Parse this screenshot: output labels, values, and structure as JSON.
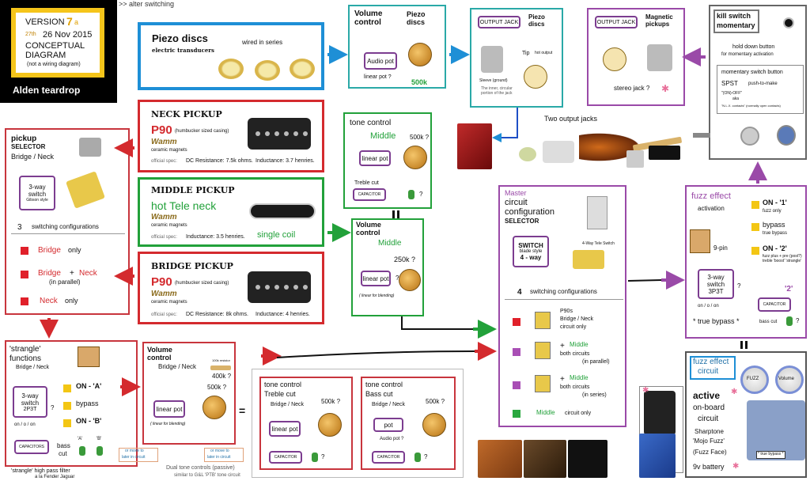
{
  "header": {
    "version_label": "VERSION",
    "version_number": "7",
    "version_suffix": "a",
    "date_day_small": "27th",
    "date": "26  Nov 2015",
    "title_line1": "CONCEPTUAL",
    "title_line2": "DIAGRAM",
    "subtitle": "(not a wiring diagram)",
    "project_name": "Alden teardrop",
    "alter_switching": ">> alter switching"
  },
  "piezo_discs": {
    "title": "Piezo discs",
    "subtitle": "electric transducers",
    "note": "wired  in series"
  },
  "neck_pickup": {
    "title": "NECK  PICKUP",
    "model": "P90",
    "model_note": "(humbucker sized casing)",
    "brand": "Wamm",
    "magnets": "ceramic magnets",
    "spec_label": "official spec:",
    "dc_resistance": "DC Resistance:  7.5k  ohms.",
    "inductance": "Inductance:  3.7 henries."
  },
  "middle_pickup": {
    "title": "MIDDLE  PICKUP",
    "model": "hot Tele neck",
    "brand": "Wamm",
    "magnets": "ceramic magnets",
    "spec_label": "official spec:",
    "inductance": "Inductance:  3.5  henries.",
    "type": "single coil"
  },
  "bridge_pickup": {
    "title": "BRIDGE  PICKUP",
    "model": "P90",
    "model_note": "(humbucker sized casing)",
    "brand": "Wamm",
    "magnets": "ceramic magnets",
    "spec_label": "official spec:",
    "dc_resistance": "DC Resistance:  8k  ohms.",
    "inductance": "Inductance:  4  henries."
  },
  "pickup_selector": {
    "title_line1": "pickup",
    "title_line2": "SELECTOR",
    "subtitle": "Bridge / Neck",
    "switch_label": "3-way switch",
    "switch_note": "Gibson style",
    "count": "3",
    "configurations_label": "switching configurations",
    "options": [
      {
        "label": "Bridge",
        "suffix": "only"
      },
      {
        "label": "Bridge",
        "plus": "+",
        "label2": "Neck",
        "note": "(in parallel)"
      },
      {
        "label": "Neck",
        "suffix": "only"
      }
    ]
  },
  "volume_piezo": {
    "title": "Volume control",
    "subtitle": "Piezo discs",
    "button": "Audio pot",
    "pot_type": "linear pot ?",
    "value": "500k"
  },
  "output_jack_piezo": {
    "button": "OUTPUT JACK",
    "title": "Piezo discs",
    "tip_label": "Tip",
    "tip_note": "hot output",
    "sleeve_label": "Sleeve (ground)",
    "sleeve_note": "The inner, circular portion of the jack"
  },
  "output_jack_magnetic": {
    "button": "OUTPUT JACK",
    "title": "Magnetic pickups",
    "note": "stereo jack ?"
  },
  "two_output_jacks": "Two output jacks",
  "kill_switch": {
    "title_line1": "kill switch",
    "title_line2": "momentary",
    "hold_note": "hold down button",
    "hold_note2": "for momentary activation",
    "button_label": "momentary switch button",
    "spst": "SPST",
    "push_to_make": "push-to-make",
    "on_off": "\"(ON)-OFF\"",
    "aka": "aka",
    "nlx": "\"N.L.X. contacts\" (normally open contacts)"
  },
  "tone_control_middle": {
    "title": "tone control",
    "subtitle": "Middle",
    "value": "500k ?",
    "button": "linear pot",
    "treble_cut": "Treble cut",
    "capacitor": "CAPACITOR",
    "cap_q": "?"
  },
  "volume_middle": {
    "title": "Volume control",
    "subtitle": "Middle",
    "value": "250k ?",
    "button": "linear pot",
    "q": "?",
    "note": "( linear for blending)"
  },
  "master_selector": {
    "title_line1": "Master",
    "title_line2": "circuit",
    "title_line3": "configuration",
    "title_line4": "SELECTOR",
    "switch_button_line1": "SWITCH",
    "switch_button_line2": "blade style",
    "switch_button_line3": "4 - way",
    "switch_note": "4-Way Tele Switch",
    "count": "4",
    "configurations_label": "switching configurations",
    "options": [
      {
        "label": "P90s",
        "line2": "Bridge / Neck",
        "line3": "circuit   only"
      },
      {
        "label": "Middle",
        "line2": "both circuits",
        "line3": "(in parallel)"
      },
      {
        "label": "Middle",
        "line2": "both circuits",
        "line3": "(in series)"
      },
      {
        "label": "Middle",
        "line2": "circuit   only"
      }
    ]
  },
  "fuzz_activation": {
    "title": "fuzz effect",
    "subtitle": "activation",
    "pin": "9-pin",
    "switch_line1": "3-way",
    "switch_line2": "switch",
    "switch_line3": "3P3T",
    "switch_q": "?",
    "on_on": "on  /  o  /  on",
    "true_bypass": "* true bypass *",
    "capacitor": "CAPACITOR",
    "bass_cut": "bass cut",
    "bass_q": "?",
    "options": [
      {
        "label": "ON - '1'",
        "note": "fuzz  only"
      },
      {
        "label": "bypass",
        "note": "true bypass"
      },
      {
        "label": "ON - '2'",
        "note": "fuzz  plus  + pre (post?)  treble 'boost'  'strangle'"
      }
    ],
    "tag_two": "'2'"
  },
  "fuzz_circuit": {
    "title": "fuzz effect",
    "subtitle": "circuit",
    "active": "active",
    "onboard_line1": "on-board",
    "onboard_line2": "circuit",
    "sharpstone": "Sharptone",
    "mojo_fuzz": "'Mojo Fuzz'",
    "fuzz_face": "(Fuzz Face)",
    "battery": "9v  battery",
    "knob_fuzz": "FUZZ",
    "knob_volume": "Volume",
    "bypass_tag": "* true bypass *"
  },
  "strangle": {
    "title_line1": "'strangle'",
    "title_line2": "functions",
    "subtitle": "Bridge / Neck",
    "switch_line1": "3-way",
    "switch_line2": "switch",
    "switch_line3": "2P3T",
    "switch_q": "?",
    "on_off": "on  /  o  /  on",
    "options": [
      {
        "label": "ON - 'A'"
      },
      {
        "label": "bypass"
      },
      {
        "label": "ON - 'B'"
      }
    ],
    "capacitors": "CAPACITORS",
    "bass_cut_line1": "bass",
    "bass_cut_line2": "cut",
    "cap_a": "'A'",
    "cap_b": "'B'",
    "footer_line1": "'strangle' high pass filter",
    "footer_line2": "a la Fender  Jaguar"
  },
  "volume_bridge_neck": {
    "title": "Volume control",
    "subtitle": "Bridge / Neck",
    "resistor_note": "100k resistor",
    "resistor_value": "400k ?",
    "value": "500k ?",
    "button": "linear pot",
    "note": "( linear for blending)",
    "move_note_line1": "or move to",
    "move_note_line2": "later in circuit"
  },
  "tone_treble": {
    "title_line1": "tone control",
    "title_line2": "Treble cut",
    "subtitle": "Bridge / Neck",
    "value": "500k ?",
    "button": "linear pot",
    "capacitor": "CAPACITOR",
    "q": "?"
  },
  "tone_bass": {
    "title_line1": "tone control",
    "title_line2": "Bass cut",
    "subtitle": "Bridge / Neck",
    "value": "500k ?",
    "button": "pot",
    "pot_note": "Audio pot ?",
    "capacitor": "CAPACITOR",
    "q": "?",
    "move_note_line1": "or move to",
    "move_note_line2": "later in circuit"
  },
  "dual_tone": {
    "line1": "Dual tone controls (passive)",
    "line2": "similar to G&L 'PTB' tone circuit"
  },
  "colors": {
    "red": "#d42a2e",
    "green": "#22a13a",
    "blue": "#1e8fd6",
    "teal": "#2aa9a7",
    "purple": "#9a4aa8",
    "yellow": "#f3c614",
    "dark": "#111111"
  }
}
